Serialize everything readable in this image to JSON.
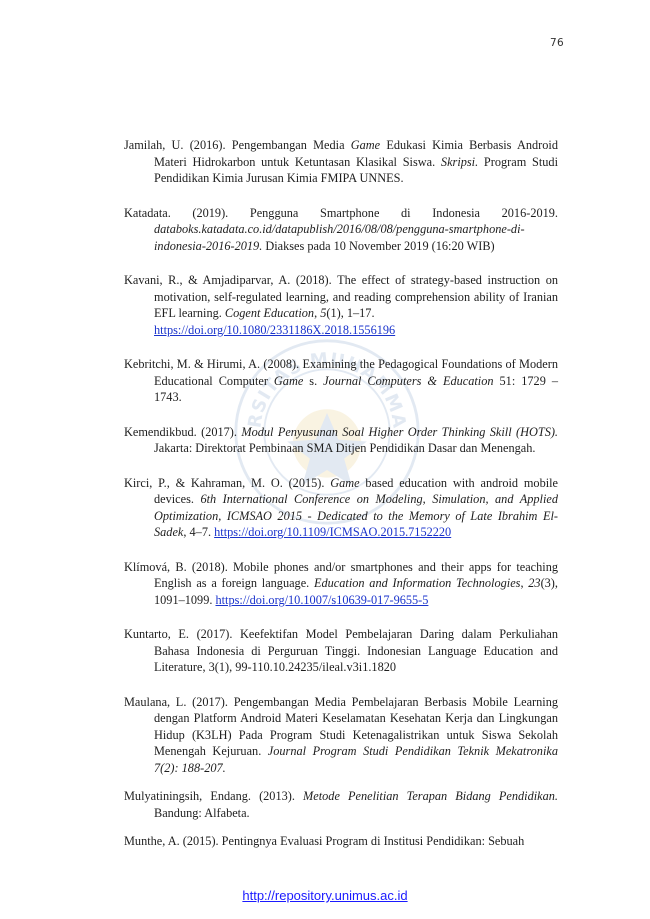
{
  "page_number": "76",
  "watermark": {
    "text": "UNIVERSITAS MUHAMMADIYAH"
  },
  "footer": {
    "url": "http://repository.unimus.ac.id"
  },
  "references": [
    {
      "a": "Jamilah, U. (2016). Pengembangan Media ",
      "b": "Game",
      "c": "  Edukasi Kimia Berbasis Android Materi Hidrokarbon untuk Ketuntasan Klasikal Siswa. ",
      "d": "Skripsi.",
      "e": " Program Studi Pendidikan Kimia Jurusan Kimia FMIPA UNNES."
    },
    {
      "a": "Katadata. (2019). Pengguna Smartphone di Indonesia 2016-2019. ",
      "b": "databoks.katadata.co.id/datapublish/2016/08/08/pengguna-smartphone-di-indonesia-2016-2019.",
      "c": " Diakses pada 10 November 2019 (16:20 WIB)"
    },
    {
      "a": "Kavani, R., & Amjadiparvar, A. (2018). The effect of strategy-based instruction on motivation, self-regulated learning, and reading comprehension ability of Iranian EFL learning. ",
      "b": "Cogent Education",
      "c": ", ",
      "d": "5",
      "e": "(1), 1–17.",
      "link": "https://doi.org/10.1080/2331186X.2018.1556196"
    },
    {
      "a": "Kebritchi, M. & Hirumi, A. (2008). Examining the Pedagogical Foundations of Modern Educational Computer ",
      "b": "Game",
      "c": " s. ",
      "d": "Journal Computers & Education",
      "e": " 51: 1729 – 1743."
    },
    {
      "a": "Kemendikbud. (2017). ",
      "b": "Modul Penyusunan Soal Higher Order Thinking Skill (HOTS).",
      "c": " Jakarta: Direktorat Pembinaan SMA Ditjen Pendidikan Dasar dan Menengah."
    },
    {
      "a": "Kirci, P., & Kahraman, M. O. (2015). ",
      "b": "Game",
      "c": "  based education with android mobile devices. ",
      "d": "6th International Conference on Modeling, Simulation, and Applied Optimization, ICMSAO 2015 - Dedicated to the Memory of Late Ibrahim El-Sadek",
      "e": ", 4–7. ",
      "link": "https://doi.org/10.1109/ICMSAO.2015.7152220"
    },
    {
      "a": "Klímová, B. (2018). Mobile phones and/or smartphones and their apps for teaching English as a foreign language. ",
      "b": "Education and Information Technologies",
      "c": ", ",
      "d": "23",
      "e": "(3), 1091–1099. ",
      "link": "https://doi.org/10.1007/s10639-017-9655-5"
    },
    {
      "a": "Kuntarto, E. (2017). Keefektifan Model Pembelajaran Daring dalam Perkuliahan Bahasa Indonesia di Perguruan Tinggi. Indonesian Language Education and Literature, 3(1), 99-110.10.24235/ileal.v3i1.1820"
    },
    {
      "a": "Maulana, L. (2017). Pengembangan Media Pembelajaran Berbasis Mobile Learning dengan Platform Android Materi Keselamatan Kesehatan Kerja dan Lingkungan Hidup (K3LH) Pada Program Studi Ketenagalistrikan untuk Siswa Sekolah Menengah Kejuruan. ",
      "b": "Journal Program Studi Pendidikan Teknik Mekatronika 7(2): 188-207."
    },
    {
      "a": "Mulyatiningsih, Endang. (2013). ",
      "b": "Metode Penelitian Terapan Bidang Pendidikan.",
      "c": " Bandung: Alfabeta."
    },
    {
      "a": "Munthe, A. (2015). Pentingnya Evaluasi Program di Institusi Pendidikan: Sebuah"
    }
  ]
}
